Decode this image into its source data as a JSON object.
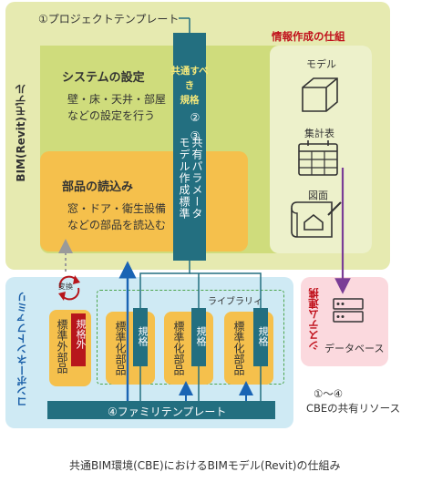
{
  "bim_model": {
    "label": "BIM(Revit)モデル",
    "project_template": "①プロジェクトテンプレート",
    "info_title": "情報作成の仕組"
  },
  "system_settings": {
    "title": "システムの設定",
    "line1": "壁・床・天井・部屋",
    "line2": "などの設定を行う"
  },
  "parts_loading": {
    "title": "部品の読込み",
    "line1": "窓・ドア・衛生設備",
    "line2": "などの部品を読込む"
  },
  "common_standard": {
    "line1": "共通すべき",
    "line2": "規格",
    "vertical1": "② ③",
    "vertical2": "共有パラメータ",
    "vertical3": "モデル作成標準"
  },
  "info_items": [
    {
      "label": "モデル",
      "icon": "cube-icon"
    },
    {
      "label": "集計表",
      "icon": "table-icon"
    },
    {
      "label": "図面",
      "icon": "drawing-icon"
    }
  ],
  "system_link": {
    "label": "システム連携",
    "db_label": "データベース",
    "icon": "server-icon"
  },
  "component_family": {
    "label": "コンポーネントファミリ",
    "library": "ライブラリィ",
    "convert": "変換",
    "nonstd_part": "標準外部品",
    "nonstd_spec": "規格外",
    "std_part": "標準化部品",
    "spec": "規格",
    "family_template": "④ファミリテンプレート"
  },
  "resources_note": {
    "line1": "①〜④",
    "line2": "CBEの共有リソース"
  },
  "caption": "共通BIM環境(CBE)におけるBIMモデル(Revit)の仕組み",
  "colors": {
    "teal": "#236f80",
    "yellow": "#f5c04c",
    "olive": "#cfdc7c",
    "light_olive": "#e6eab0",
    "light_blue": "#cfeaf4",
    "pink": "#fbd9de",
    "red": "#b7161c",
    "blue_arrow": "#1a64b4",
    "purple_arrow": "#7a3d96",
    "info_title": "#c0101b"
  }
}
